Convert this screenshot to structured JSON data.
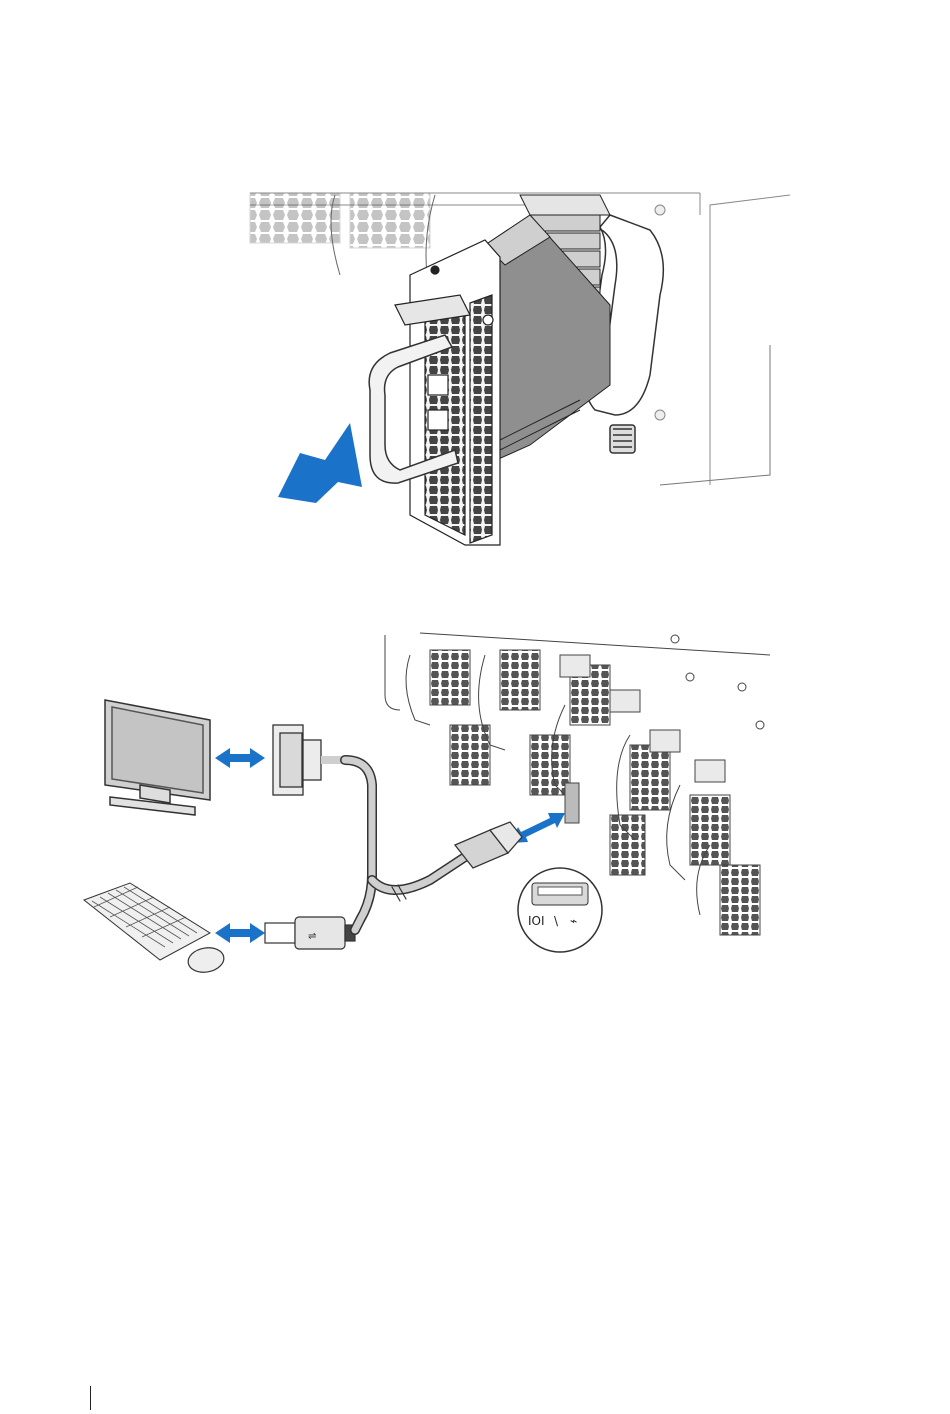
{
  "figures": [
    {
      "description_name": "sled-insertion",
      "arrow_color": "#1a73c9"
    },
    {
      "description_name": "vga-usb-connection",
      "arrow_color": "#1a73c9",
      "port_labels": [
        "IOI",
        "\\"
      ]
    }
  ],
  "icons": [
    "usb-icon",
    "vga-port-icon",
    "double-arrow-icon",
    "push-arrow-icon"
  ]
}
